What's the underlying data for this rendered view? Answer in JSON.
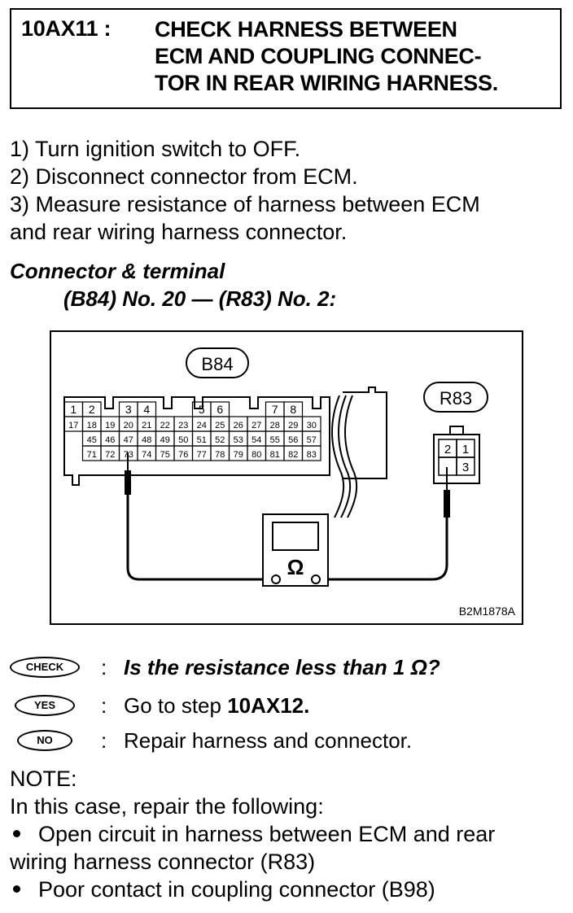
{
  "header": {
    "step_id": "10AX11 :",
    "title_lines": [
      "CHECK HARNESS BETWEEN",
      "ECM AND COUPLING CONNEC-",
      "TOR IN REAR WIRING HARNESS."
    ]
  },
  "procedure": {
    "steps": [
      "1)  Turn ignition switch to OFF.",
      "2)  Disconnect connector from ECM.",
      "3)  Measure resistance of harness between ECM",
      "and rear wiring harness connector."
    ]
  },
  "connector": {
    "heading": "Connector & terminal",
    "spec": "(B84) No. 20 — (R83) No. 2:"
  },
  "diagram": {
    "ecm_label": "B84",
    "coupling_label": "R83",
    "meter_symbol": "Ω",
    "figure_code": "B2M1878A",
    "ecm_row1": [
      "1",
      "2",
      "",
      "3",
      "4",
      "",
      "",
      "5",
      "6",
      "",
      "",
      "7",
      "8",
      ""
    ],
    "ecm_row2": [
      "17",
      "18",
      "19",
      "20",
      "21",
      "22",
      "23",
      "24",
      "25",
      "26",
      "27",
      "28",
      "29",
      "30"
    ],
    "ecm_row3": [
      "",
      "45",
      "46",
      "47",
      "48",
      "49",
      "50",
      "51",
      "52",
      "53",
      "54",
      "55",
      "56",
      "57"
    ],
    "ecm_row4": [
      "",
      "71",
      "72",
      "73",
      "74",
      "75",
      "76",
      "77",
      "78",
      "79",
      "80",
      "81",
      "82",
      "83"
    ],
    "coupling_pins": [
      "2",
      "1",
      "",
      "3"
    ]
  },
  "answers": {
    "check_badge": "CHECK",
    "yes_badge": "YES",
    "no_badge": "NO",
    "colon": ":",
    "question": "Is the resistance less than 1 Ω?",
    "yes_prefix": "Go to step ",
    "yes_step": "10AX12",
    "yes_suffix": ".",
    "no_action": "Repair harness and connector."
  },
  "note": {
    "label": "NOTE:",
    "intro": "In this case, repair the following:",
    "bullet1_line1": "Open circuit in harness between ECM and rear",
    "bullet1_line2": "wiring harness connector (R83)",
    "bullet2": "Poor contact in coupling connector (B98)"
  }
}
